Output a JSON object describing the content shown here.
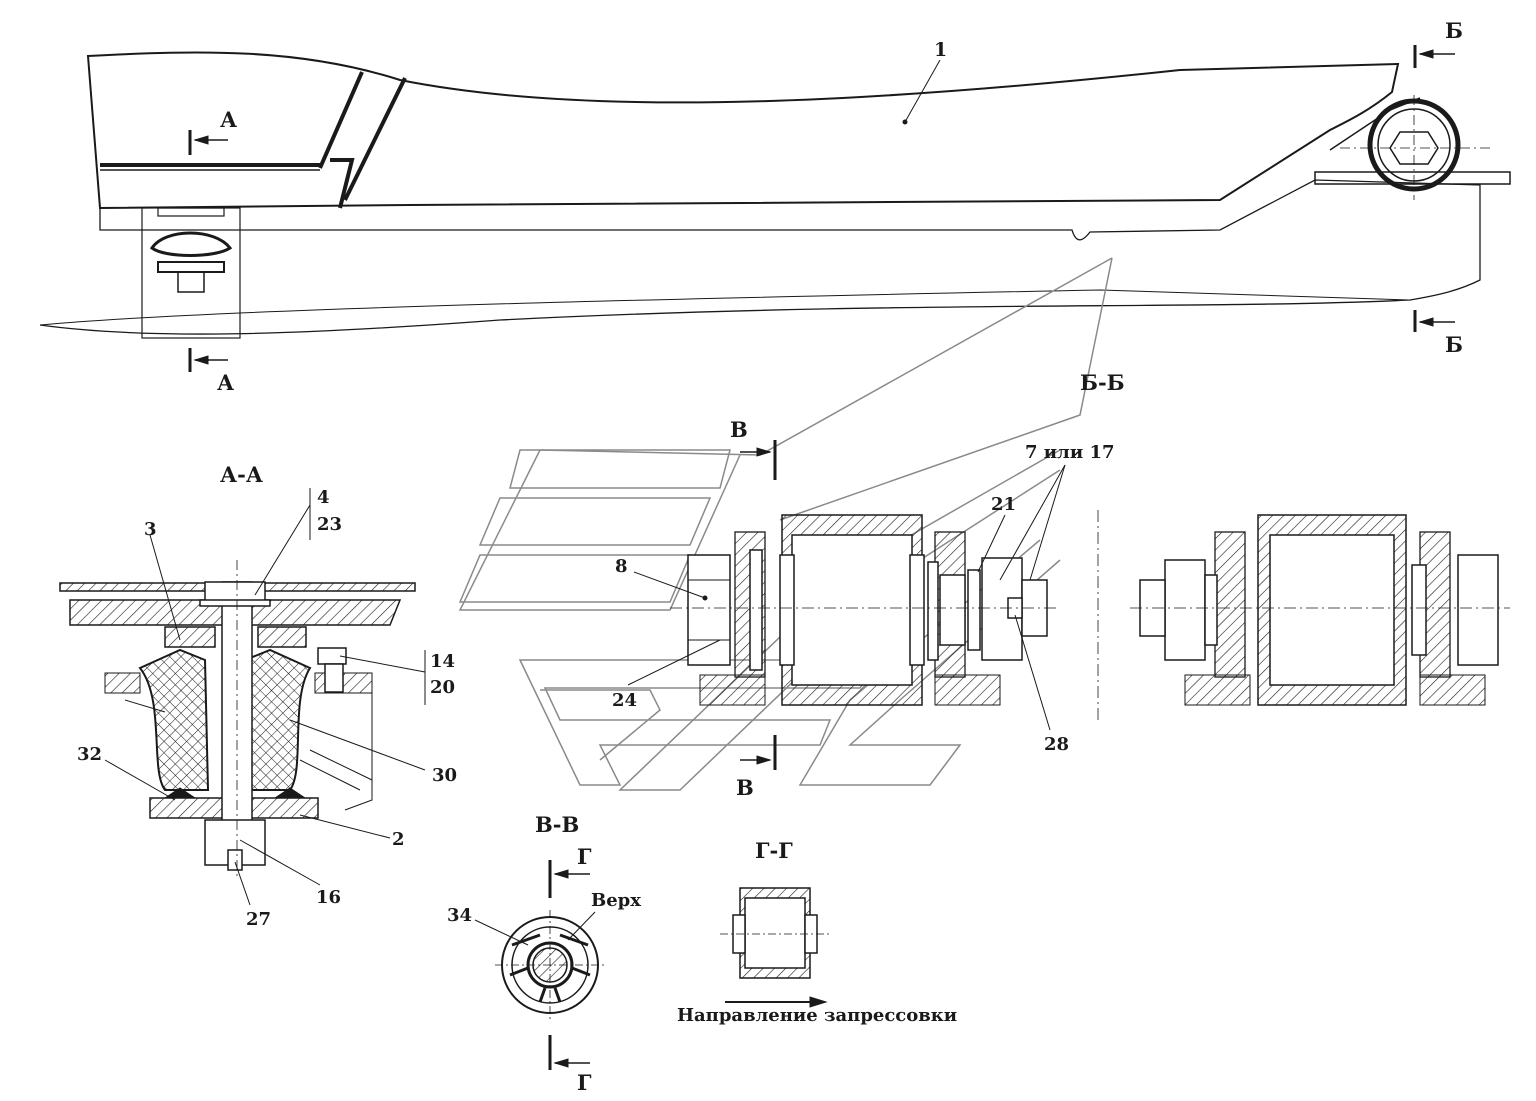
{
  "view_a_top": "А",
  "view_a_bottom": "А",
  "view_b_top": "Б",
  "view_b_bottom": "Б",
  "view_v_top": "В",
  "view_v_bottom": "В",
  "view_g_top": "Г",
  "view_g_bottom": "Г",
  "section_aa": "А-А",
  "section_bb": "Б-Б",
  "section_vv": "В-В",
  "section_gg": "Г-Г",
  "parts": {
    "p1": "1",
    "p2": "2",
    "p3": "3",
    "p4": "4",
    "p8": "8",
    "p14": "14",
    "p16": "16",
    "p20": "20",
    "p21": "21",
    "p23": "23",
    "p24": "24",
    "p27": "27",
    "p28": "28",
    "p30": "30",
    "p32": "32",
    "p34": "34",
    "p7or17": "7 или 17"
  },
  "top_label": "Верх",
  "press_direction": "Направление запрессовки",
  "colors": {
    "ink": "#1a1a1a",
    "leader": "#8a8a8a"
  }
}
